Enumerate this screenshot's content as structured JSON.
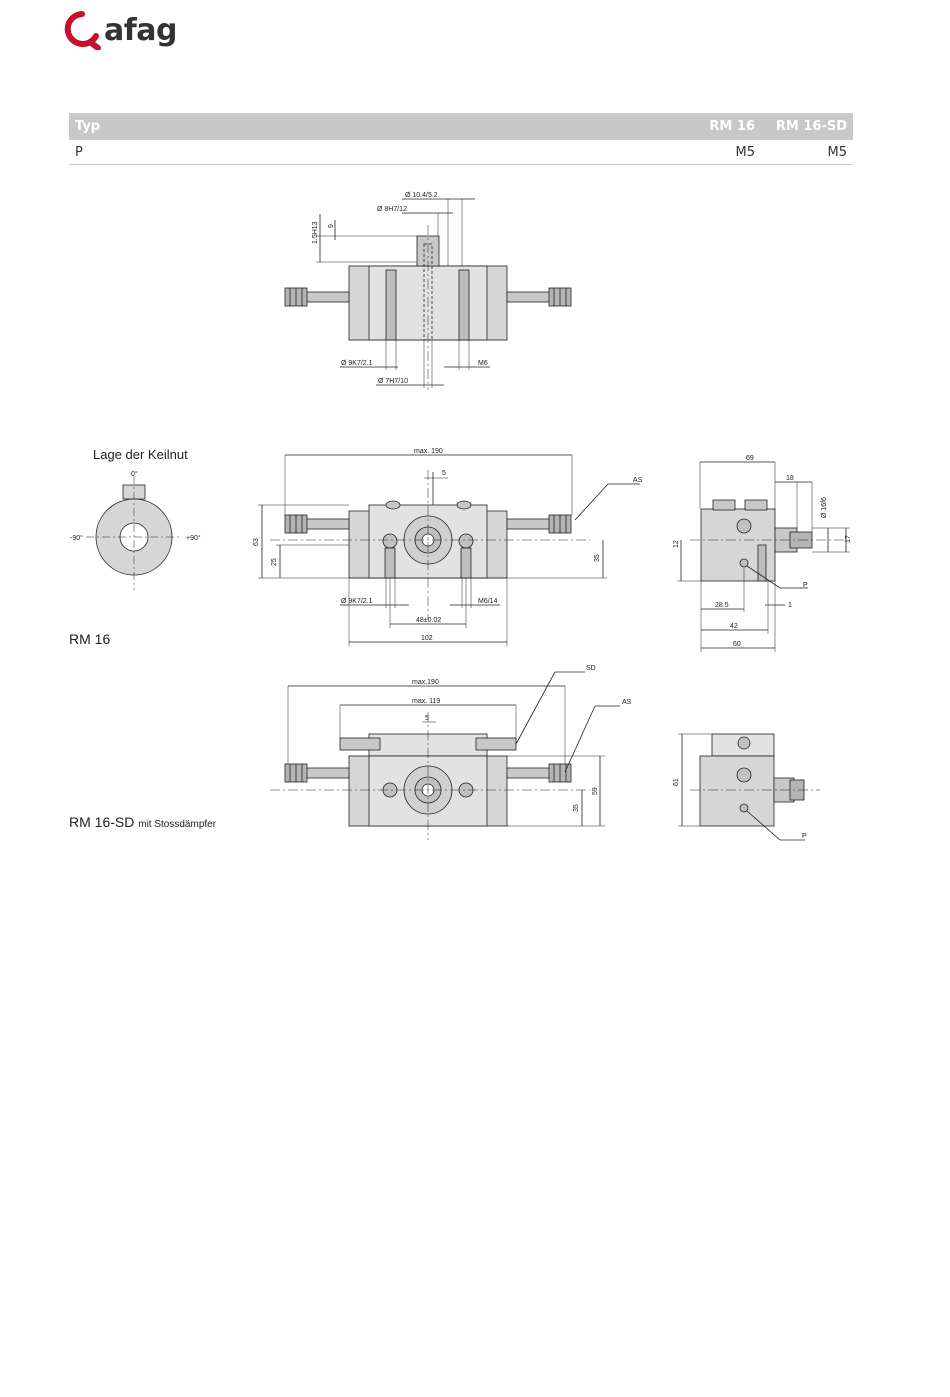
{
  "brand": {
    "name": "afag",
    "accent_color": "#c8102e"
  },
  "table": {
    "headers": [
      "Typ",
      "RM 16",
      "RM 16-SD"
    ],
    "rows": [
      {
        "label": "P",
        "rm16": "M5",
        "rm16sd": "M5"
      }
    ]
  },
  "labels": {
    "rm16": "RM 16",
    "rm16sd_main": "RM 16-SD",
    "rm16sd_sub": "mit Stossdämpfer",
    "keilnut_title": "Lage der Keilnut",
    "angle_0": "0°",
    "angle_neg90": "-90°",
    "angle_pos90": "+90°"
  },
  "dimensions": {
    "top": {
      "d_104": "Ø 10.4/5.2",
      "d_8h7": "Ø 8H7/12",
      "d_15h13": "1.5H13",
      "d_9": "9",
      "d_9k7": "Ø 9K7/2.1",
      "d_m6": "M6",
      "d_7h7": "Ø 7H7/10"
    },
    "front": {
      "max190": "max. 190",
      "s": "5",
      "as": "AS",
      "h63": "63",
      "h25": "25",
      "h35": "35",
      "d_9k7": "Ø 9K7/2.1",
      "w48": "48±0.02",
      "m6": "M6/14",
      "w102": "102"
    },
    "side": {
      "w69": "69",
      "w18": "18",
      "d16f6": "Ø 16f6",
      "h17": "17",
      "h12": "12",
      "w285": "28.5",
      "w1": "1",
      "w42": "42",
      "w60": "60",
      "p": "P"
    },
    "sd": {
      "max190": "max.190",
      "max119": "max. 119",
      "s": "5",
      "sd": "SD",
      "as": "AS",
      "h35": "35",
      "h59": "59",
      "h61": "61",
      "p": "P"
    }
  }
}
